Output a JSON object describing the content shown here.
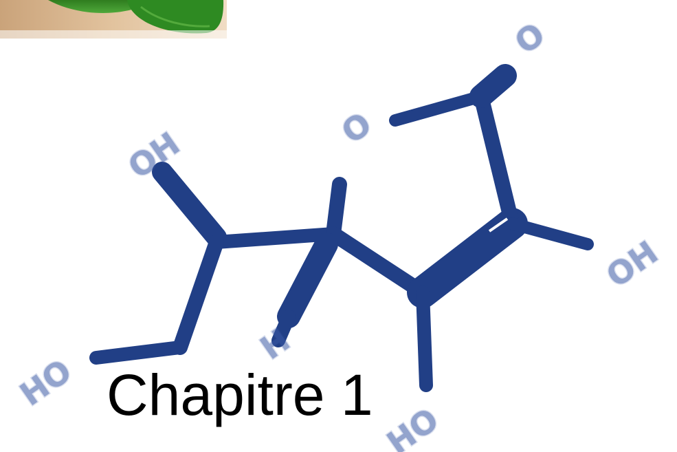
{
  "title": {
    "text": "Chapitre 1"
  },
  "molecule": {
    "bond_color": "#213f86",
    "label_color": "#3b5aa6",
    "labels": {
      "oh_top_left": "OH",
      "ho_bottom_left": "HO",
      "h_center": "H",
      "ring_oxygen": "O",
      "carbonyl_oxygen": "O",
      "oh_right": "OH",
      "ho_bottom": "HO"
    }
  },
  "photo": {
    "leaf_color": "#3f8c2a",
    "background_color": "#d8b48a"
  }
}
